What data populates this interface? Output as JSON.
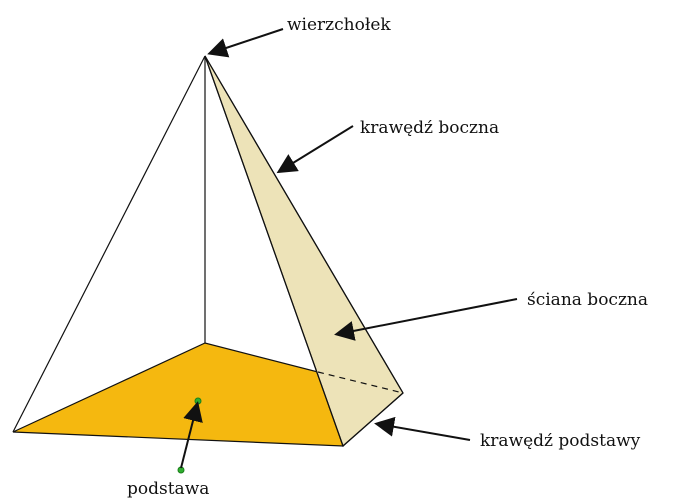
{
  "labels": {
    "apex": "wierzchołek",
    "lateral_edge": "krawędź boczna",
    "lateral_face": "ściana boczna",
    "base_edge": "krawędź podstawy",
    "base": "podstawa"
  },
  "colors": {
    "base_fill": "#F5B80F",
    "lateral_face_fill": "#EDE3B8",
    "edge_stroke": "#111111",
    "arrow": "#111111",
    "base_point": "#2FAE2F"
  }
}
